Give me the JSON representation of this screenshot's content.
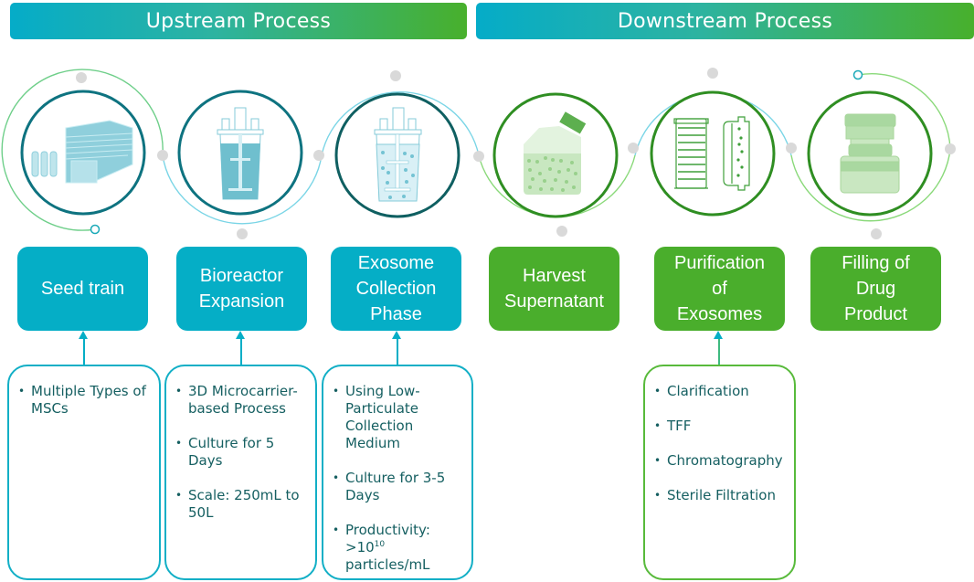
{
  "banners": {
    "upstream": "Upstream Process",
    "downstream": "Downstream Process"
  },
  "colors": {
    "upstream": "#05aec6",
    "downstream": "#4aae2c",
    "upstream_ring": "#0d6e7c",
    "downstream_ring": "#2f8e22",
    "bullet_text": "#155f61"
  },
  "icons": [
    {
      "name": "cell-culture-flasks-icon"
    },
    {
      "name": "bioreactor-icon"
    },
    {
      "name": "bioreactor-with-particles-icon"
    },
    {
      "name": "harvest-bottle-icon"
    },
    {
      "name": "chromatography-column-icon"
    },
    {
      "name": "drug-product-vial-icon"
    }
  ],
  "stages": [
    {
      "label": "Seed train",
      "phase": "upstream"
    },
    {
      "label": "Bioreactor\nExpansion",
      "phase": "upstream"
    },
    {
      "label": "Exosome\nCollection\nPhase",
      "phase": "upstream"
    },
    {
      "label": "Harvest\nSupernatant",
      "phase": "downstream"
    },
    {
      "label": "Purification\nof\nExosomes",
      "phase": "downstream"
    },
    {
      "label": "Filling of\nDrug\nProduct",
      "phase": "downstream"
    }
  ],
  "details": {
    "seed_train": [
      "Multiple Types of MSCs"
    ],
    "bioreactor_expansion": [
      "3D Microcarrier-based Process",
      "Culture for 5 Days",
      "Scale: 250mL to 50L"
    ],
    "exosome_collection": [
      "Using Low-Particulate Collection Medium",
      "Culture for 3-5 Days"
    ],
    "exosome_collection_productivity": {
      "label": "Productivity:",
      "prefix": ">10",
      "exponent": "10",
      "unit": "particles/mL"
    },
    "purification": [
      "Clarification",
      "TFF",
      "Chromatography",
      "Sterile Filtration"
    ]
  }
}
